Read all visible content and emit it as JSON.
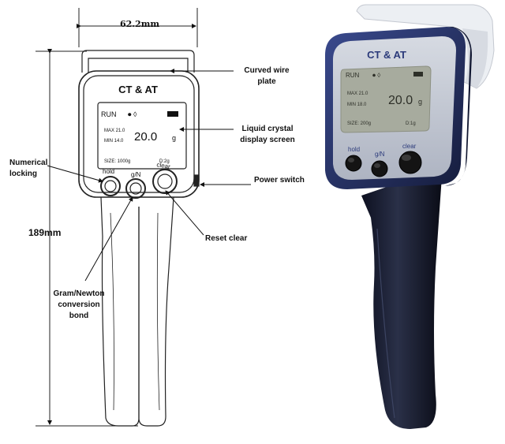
{
  "dimensions": {
    "width": "62.2mm",
    "height": "189mm"
  },
  "device": {
    "brand": "CT & AT",
    "buttons": {
      "hold": "hold",
      "gn": "g/N",
      "clear": "clear"
    },
    "display": {
      "status": "RUN",
      "max": "MAX 21.0",
      "min": "MIN 14.0",
      "reading": "20.0",
      "unit": "g",
      "size": "SIZE: 1000g",
      "division": "D:2g"
    },
    "photo_display": {
      "status": "RUN",
      "max": "MAX 21.0",
      "min": "MIN 18.0",
      "reading": "20.0",
      "unit": "g",
      "size": "SIZE: 200g",
      "division": "D:1g"
    }
  },
  "callouts": {
    "curved_wire_plate": [
      "Curved wire",
      "plate"
    ],
    "lcd": [
      "Liquid crystal",
      "display screen"
    ],
    "power_switch": "Power switch",
    "reset_clear": "Reset clear",
    "numerical_locking": [
      "Numerical",
      "locking"
    ],
    "gram_newton": [
      "Gram/Newton",
      "conversion",
      "bond"
    ]
  },
  "colors": {
    "photo_body": "#1c2238",
    "photo_bezel": "#2b3a7a",
    "photo_faceplate": "#c6cbd6",
    "photo_screen": "#a7ab9e",
    "photo_plate": "#eceff3"
  }
}
